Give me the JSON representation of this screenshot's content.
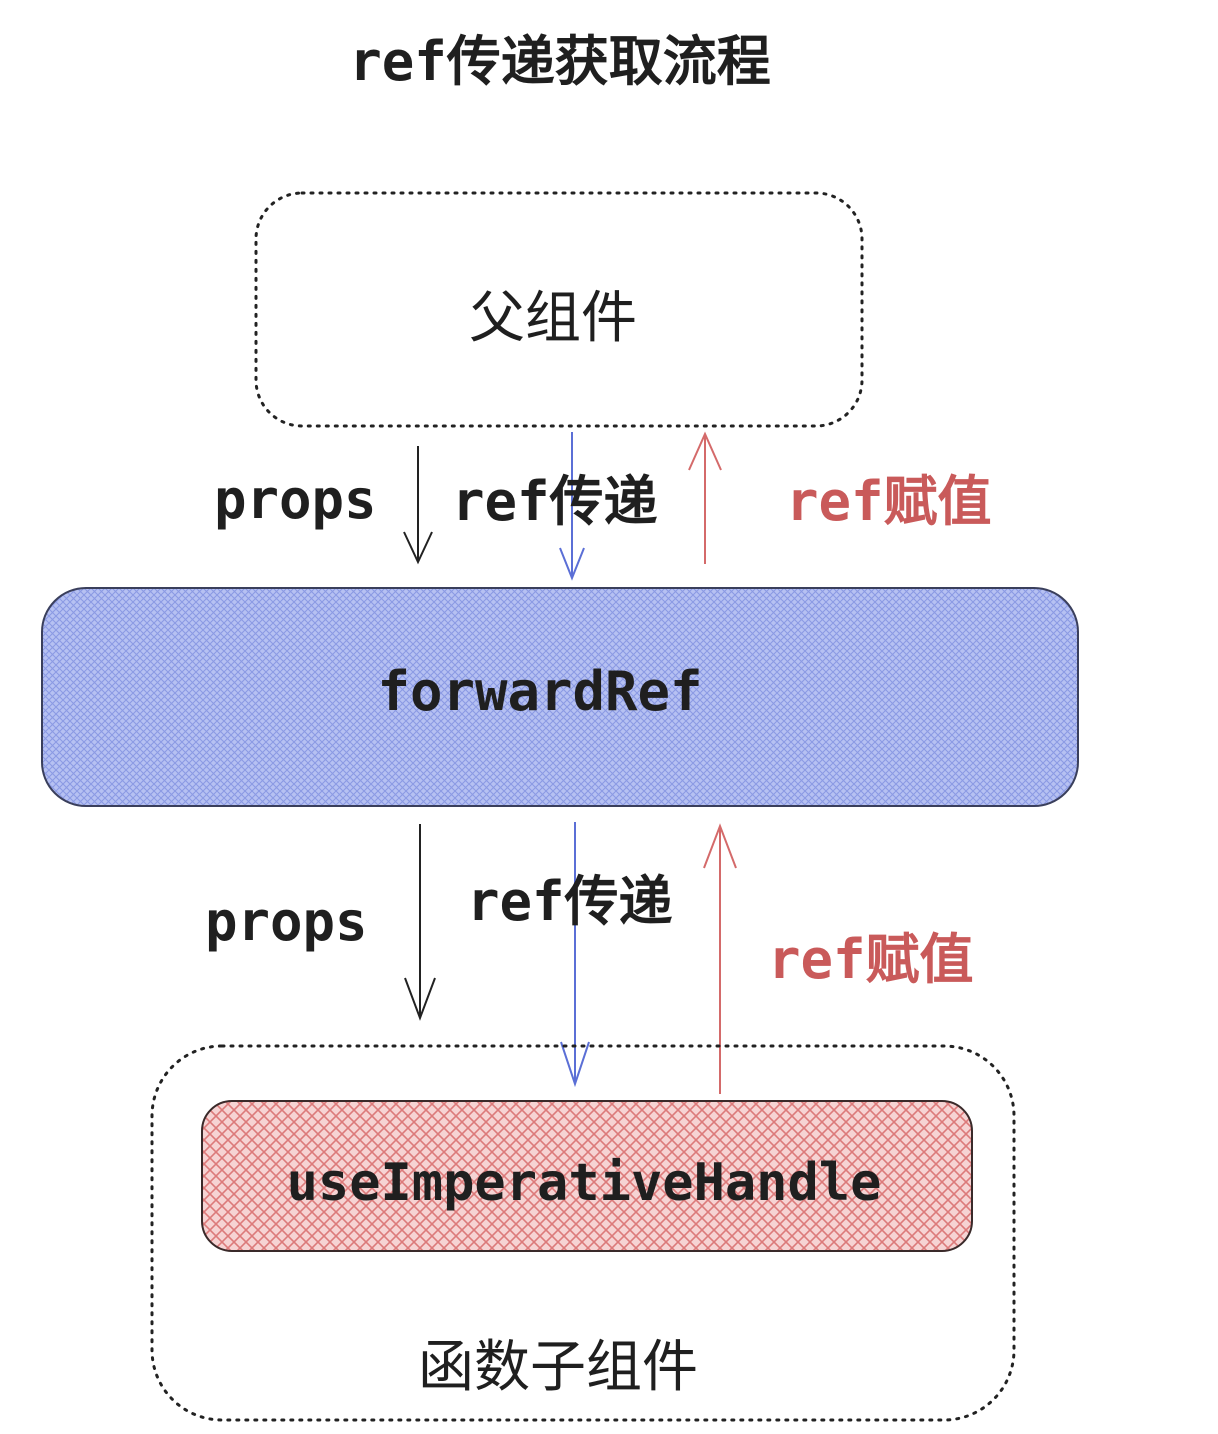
{
  "title": "ref传递获取流程",
  "nodes": {
    "parent": {
      "label": "父组件"
    },
    "forward_ref": {
      "label": "forwardRef"
    },
    "use_imperative_handle": {
      "label": "useImperativeHandle"
    },
    "child": {
      "label": "函数子组件"
    }
  },
  "edges": {
    "upper": {
      "props_label": "props",
      "ref_pass_label": "ref传递",
      "ref_assign_label": "ref赋值"
    },
    "lower": {
      "props_label": "props",
      "ref_pass_label": "ref传递",
      "ref_assign_label": "ref赋值"
    }
  },
  "colors": {
    "text": "#1f1f1f",
    "props_arrow": "#222222",
    "ref_pass_arrow": "#5b6fd6",
    "ref_assign_arrow": "#d46a6a",
    "ref_assign_text": "#c95a5a",
    "forward_ref_fill": "#aab6ee",
    "forward_ref_hatch": "#7f8fe0",
    "use_imperative_fill": "#f3c4c4",
    "use_imperative_hatch": "#d97070"
  }
}
